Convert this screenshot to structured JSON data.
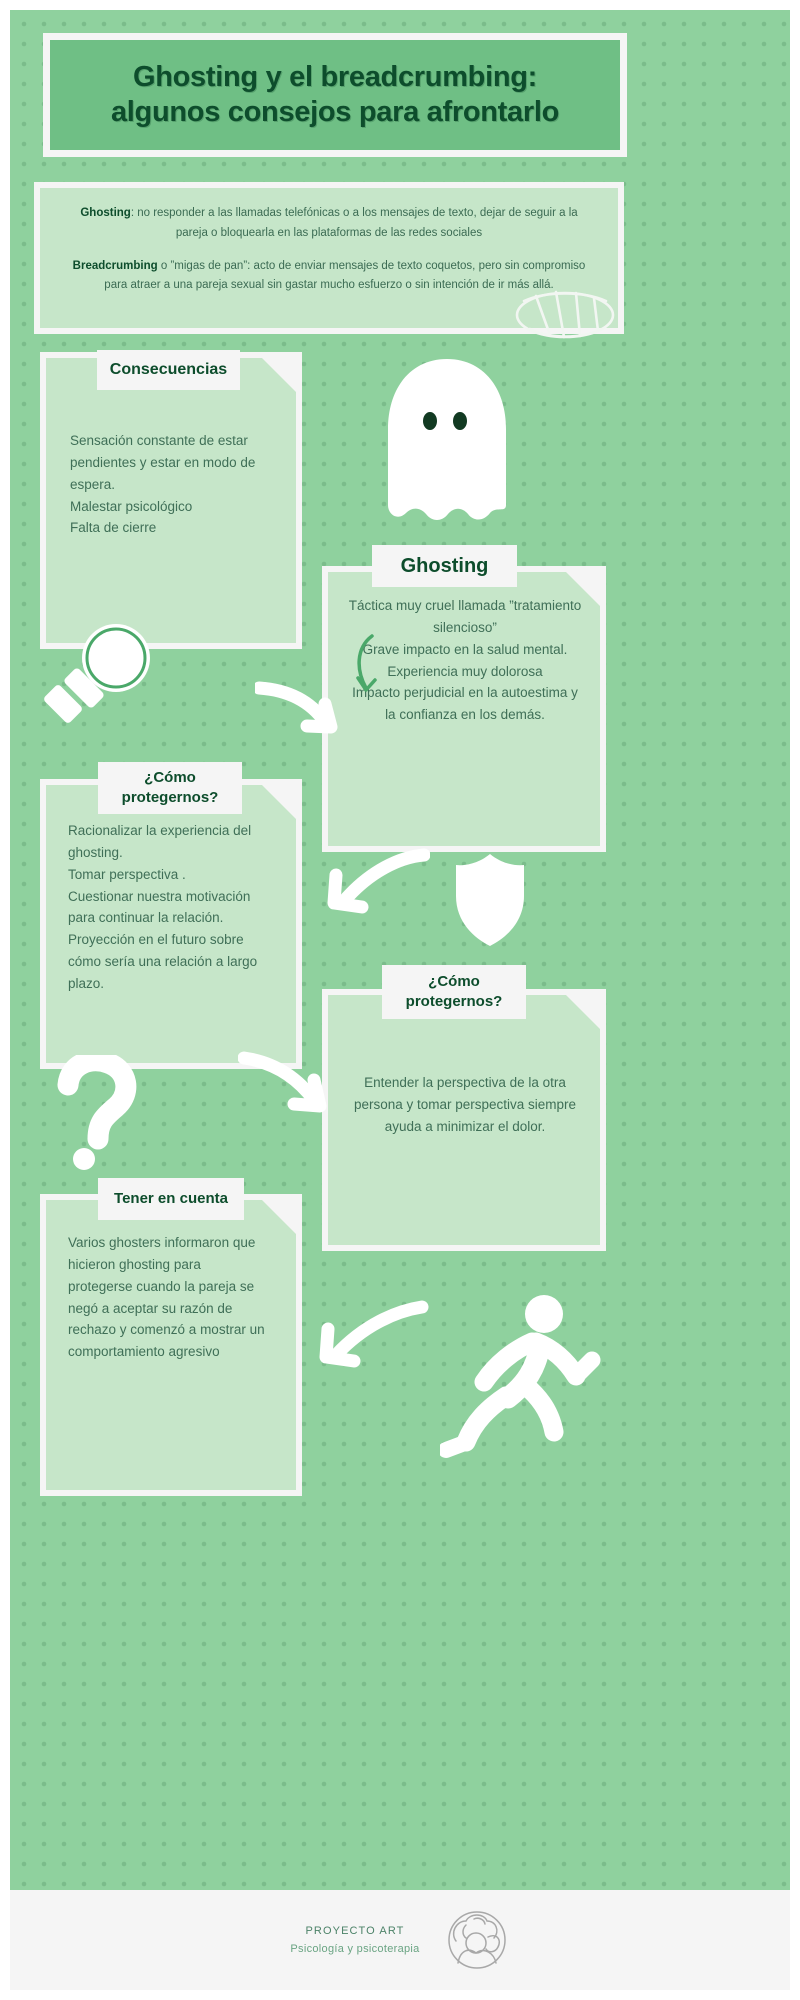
{
  "header": {
    "title_line1": "Ghosting y el breadcrumbing:",
    "title_line2": "algunos consejos para afrontarlo"
  },
  "definitions": {
    "ghosting_term": "Ghosting",
    "ghosting_text": ": no responder a las llamadas telefónicas o a los mensajes de texto, dejar de seguir a la pareja o bloquearla en las plataformas de las redes sociales",
    "breadcrumbing_term": "Breadcrumbing",
    "breadcrumbing_text": " o ”migas de pan”: acto de enviar mensajes de texto coquetos, pero sin compromiso para atraer a una pareja sexual sin gastar mucho esfuerzo o sin intención de ir más allá."
  },
  "cards": {
    "consecuencias": {
      "label": "Consecuencias",
      "body": "Sensación constante de estar pendientes y estar en modo de espera.\nMalestar psicológico\nFalta de cierre"
    },
    "ghosting": {
      "label": "Ghosting",
      "body": "Táctica muy cruel llamada ”tratamiento silencioso”\nGrave impacto en la salud mental.\nExperiencia muy dolorosa\nImpacto perjudicial en la autoestima y la confianza en los demás."
    },
    "protegernos_left": {
      "label_line1": "¿Cómo",
      "label_line2": "protegernos?",
      "body": "Racionalizar la experiencia del ghosting.\nTomar perspectiva .\nCuestionar nuestra motivación para continuar la relación.\nProyección en el futuro sobre cómo sería una relación a largo plazo."
    },
    "protegernos_right": {
      "label_line1": "¿Cómo",
      "label_line2": "protegernos?",
      "body": "Entender la perspectiva de la otra persona y tomar perspectiva siempre ayuda a minimizar el dolor."
    },
    "tener_en_cuenta": {
      "label": "Tener en cuenta",
      "body": "Varios ghosters informaron que hicieron ghosting para protegerse cuando la pareja se negó a aceptar su razón de rechazo y comenzó a mostrar un comportamiento agresivo"
    }
  },
  "footer": {
    "brand": "PROYECTO ART",
    "tagline": "Psicología y psicoterapia"
  },
  "icons": {
    "ghost": "ghost-icon",
    "magnifier": "magnifier-icon",
    "shield": "shield-icon",
    "question_mark": "question-mark-icon",
    "runner": "runner-icon",
    "scribble": "scribble-icon",
    "logo": "brand-logo-icon"
  },
  "colors": {
    "background_green": "#8fd19e",
    "card_green": "#c6e6c9",
    "header_green": "#6fbf85",
    "dark_green_text": "#0d4d2c",
    "body_text": "#3f6f57",
    "paper_white": "#f5f5f5"
  }
}
